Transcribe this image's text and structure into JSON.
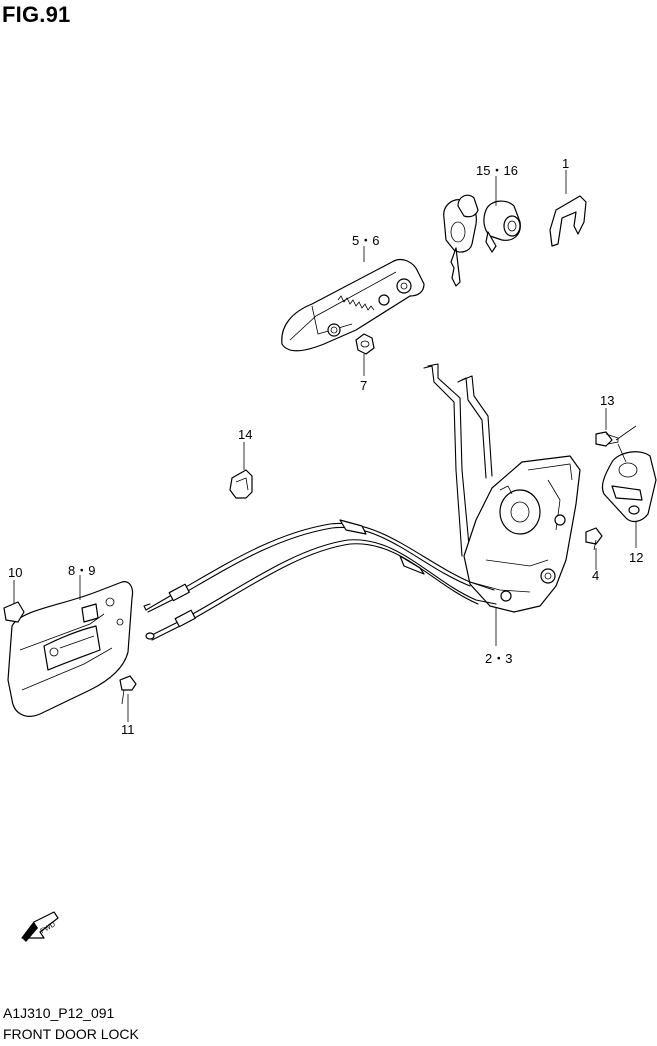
{
  "figure": {
    "title": "FIG.91",
    "ref_code": "A1J310_P12_091",
    "caption": "FRONT DOOR LOCK",
    "fwd_label": "FWD"
  },
  "callouts": {
    "c15_16": "15・16",
    "c1": "1",
    "c5_6": "5・6",
    "c7": "7",
    "c13": "13",
    "c14": "14",
    "c4": "4",
    "c12": "12",
    "c10": "10",
    "c8_9": "8・9",
    "c2_3": "2・3",
    "c11": "11"
  }
}
